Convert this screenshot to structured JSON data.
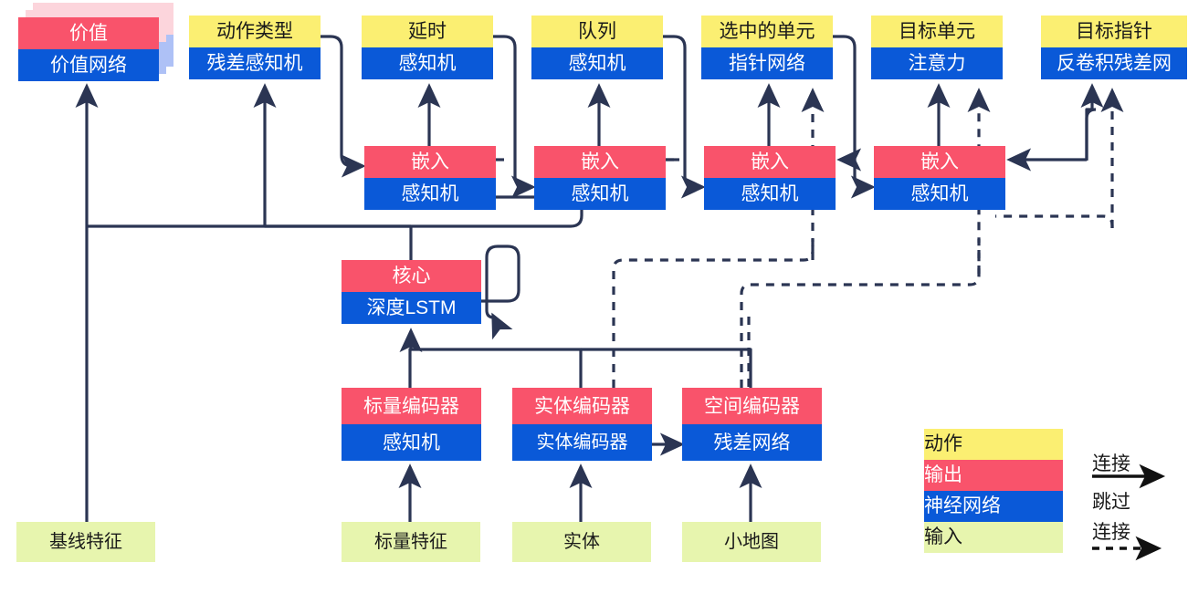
{
  "diagram": {
    "title": "AlphaStar-style agent architecture (Chinese labels)",
    "colors": {
      "action": "#fbef72",
      "output": "#f9536b",
      "neural_network": "#0a59d8",
      "input": "#e7f5ae",
      "wire": "#2b3553",
      "text_light": "#ffffff",
      "text_dark": "#1a1a1a",
      "shadow_output": "#fcd5dc",
      "shadow_nn": "#aec1f6"
    },
    "nodes": [
      {
        "id": "value",
        "top": "价值",
        "bottom": "价值网络",
        "top_kind": "output",
        "bottom_kind": "neural_network",
        "stacked": true
      },
      {
        "id": "action_type",
        "top": "动作类型",
        "bottom": "残差感知机",
        "top_kind": "action",
        "bottom_kind": "neural_network",
        "stacked": false
      },
      {
        "id": "delay",
        "top": "延时",
        "bottom": "感知机",
        "top_kind": "action",
        "bottom_kind": "neural_network",
        "stacked": false
      },
      {
        "id": "queue",
        "top": "队列",
        "bottom": "感知机",
        "top_kind": "action",
        "bottom_kind": "neural_network",
        "stacked": false
      },
      {
        "id": "selected_units",
        "top": "选中的单元",
        "bottom": "指针网络",
        "top_kind": "action",
        "bottom_kind": "neural_network",
        "stacked": false
      },
      {
        "id": "target_unit",
        "top": "目标单元",
        "bottom": "注意力",
        "top_kind": "action",
        "bottom_kind": "neural_network",
        "stacked": false
      },
      {
        "id": "target_point",
        "top": "目标指针",
        "bottom": "反卷积残差网",
        "top_kind": "action",
        "bottom_kind": "neural_network",
        "stacked": false
      },
      {
        "id": "embed_delay",
        "top": "嵌入",
        "bottom": "感知机",
        "top_kind": "output",
        "bottom_kind": "neural_network",
        "stacked": false
      },
      {
        "id": "embed_queue",
        "top": "嵌入",
        "bottom": "感知机",
        "top_kind": "output",
        "bottom_kind": "neural_network",
        "stacked": false
      },
      {
        "id": "embed_selected",
        "top": "嵌入",
        "bottom": "感知机",
        "top_kind": "output",
        "bottom_kind": "neural_network",
        "stacked": false
      },
      {
        "id": "embed_target",
        "top": "嵌入",
        "bottom": "感知机",
        "top_kind": "output",
        "bottom_kind": "neural_network",
        "stacked": false
      },
      {
        "id": "core",
        "top": "核心",
        "bottom": "深度LSTM",
        "top_kind": "output",
        "bottom_kind": "neural_network",
        "stacked": false
      },
      {
        "id": "scalar_encoder",
        "top": "标量编码器",
        "bottom": "感知机",
        "top_kind": "output",
        "bottom_kind": "neural_network",
        "stacked": false
      },
      {
        "id": "entity_encoder",
        "top": "实体编码器",
        "bottom": "实体编码器",
        "top_kind": "output",
        "bottom_kind": "neural_network",
        "stacked": false
      },
      {
        "id": "spatial_encoder",
        "top": "空间编码器",
        "bottom": "残差网络",
        "top_kind": "output",
        "bottom_kind": "neural_network",
        "stacked": false
      }
    ],
    "inputs": [
      {
        "id": "baseline_features",
        "label": "基线特征"
      },
      {
        "id": "scalar_features",
        "label": "标量特征"
      },
      {
        "id": "entities",
        "label": "实体"
      },
      {
        "id": "minimap",
        "label": "小地图"
      }
    ],
    "legend": {
      "swatches": [
        {
          "id": "legend-action",
          "label": "动作",
          "kind": "action"
        },
        {
          "id": "legend-output",
          "label": "输出",
          "kind": "output"
        },
        {
          "id": "legend-neural-network",
          "label": "神经网络",
          "kind": "neural_network"
        },
        {
          "id": "legend-input",
          "label": "输入",
          "kind": "input"
        }
      ],
      "connection_label": "连接",
      "skip_label_line1": "跳过",
      "skip_label_line2": "连接"
    }
  }
}
